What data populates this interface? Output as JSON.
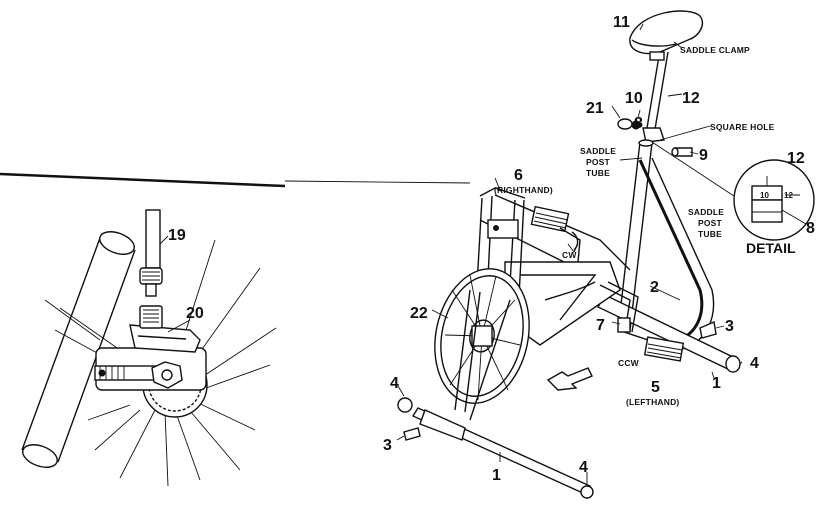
{
  "callouts": {
    "n11": "11",
    "n12_top": "12",
    "n10": "10",
    "n21": "21",
    "n8": "8",
    "n9": "9",
    "n6": "6",
    "n19": "19",
    "n20": "20",
    "n22": "22",
    "n7": "7",
    "n2": "2",
    "n3_right": "3",
    "n4_right": "4",
    "n5": "5",
    "n1_right": "1",
    "n4_left": "4",
    "n3_left": "3",
    "n1_bottom": "1",
    "n4_bottom": "4",
    "n12_detail": "12",
    "n8_detail": "8"
  },
  "captions": {
    "saddle_clamp": "SADDLE CLAMP",
    "square_hole": "SQUARE HOLE",
    "saddle_post_tube_1": "SADDLE",
    "saddle_post_tube_2": "POST",
    "saddle_post_tube_3": "TUBE",
    "righthand": "(RIGHTHAND)",
    "lefthand": "(LEFTHAND)",
    "cw": "CW",
    "ccw": "CCW",
    "detail": "DETAIL",
    "detail_tube_1": "SADDLE",
    "detail_tube_2": "POST",
    "detail_tube_3": "TUBE",
    "detail_n10": "10",
    "detail_n12": "12"
  }
}
